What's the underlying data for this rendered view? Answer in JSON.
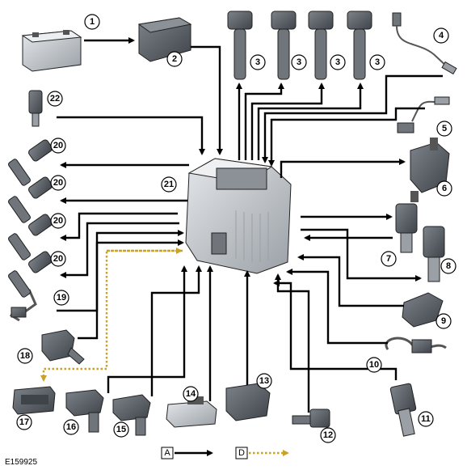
{
  "figure_id": "E159925",
  "callouts": [
    "1",
    "2",
    "3",
    "3",
    "3",
    "3",
    "4",
    "5",
    "6",
    "7",
    "8",
    "9",
    "10",
    "11",
    "12",
    "13",
    "14",
    "15",
    "16",
    "17",
    "18",
    "19",
    "20",
    "20",
    "20",
    "20",
    "21",
    "22"
  ],
  "legend": {
    "signal_a_label": "A",
    "signal_d_label": "D"
  },
  "colors": {
    "wire": "#000000",
    "signal_d": "#c9a227",
    "component": "#b9bec4"
  }
}
